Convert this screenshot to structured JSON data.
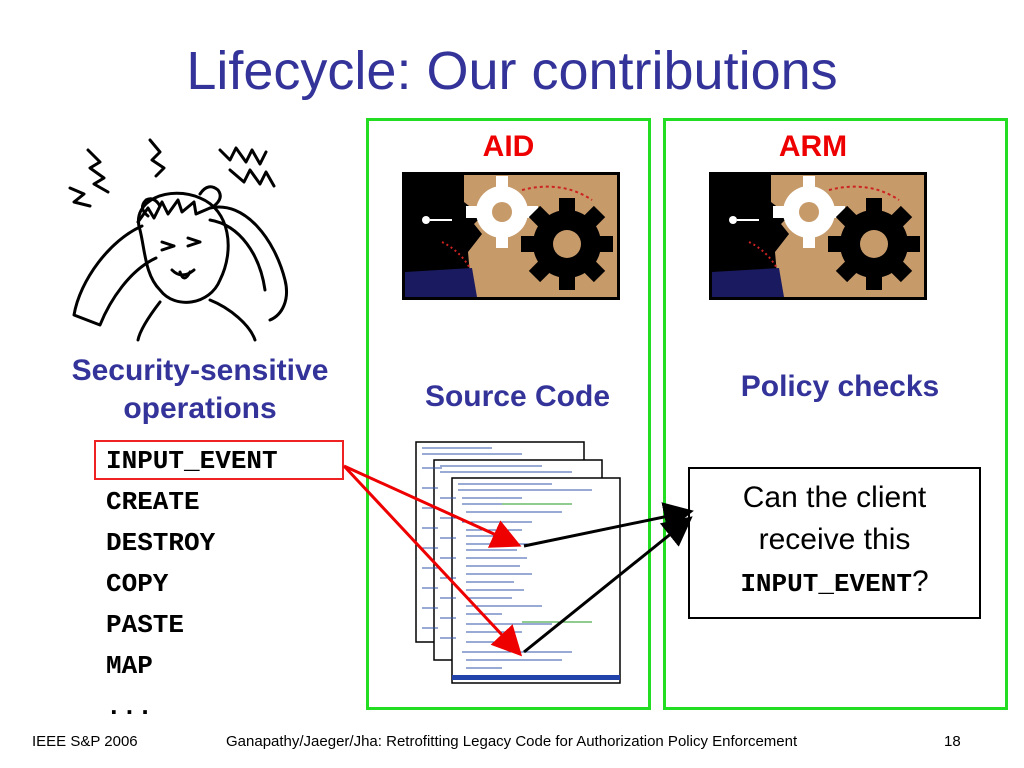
{
  "slide": {
    "title": "Lifecycle: Our contributions",
    "left": {
      "heading_line1": "Security-sensitive",
      "heading_line2": "operations",
      "operations": [
        "INPUT_EVENT",
        "CREATE",
        "DESTROY",
        "COPY",
        "PASTE",
        "MAP",
        "..."
      ],
      "highlighted_operation": "INPUT_EVENT",
      "illustration_icon": "frustrated-man-icon"
    },
    "aid_panel": {
      "label": "AID",
      "caption": "Source Code",
      "image_icon": "man-gears-icon",
      "code_icon": "source-code-pages-icon"
    },
    "arm_panel": {
      "label": "ARM",
      "caption": "Policy checks",
      "image_icon": "man-gears-icon",
      "question_line1": "Can the client",
      "question_line2": "receive this",
      "question_code": "INPUT_EVENT",
      "question_mark": "?"
    }
  },
  "footer": {
    "venue": "IEEE S&P 2006",
    "citation": "Ganapathy/Jaeger/Jha: Retrofitting Legacy Code for Authorization Policy Enforcement",
    "page_number": "18"
  },
  "colors": {
    "title": "#33339a",
    "panel_border": "#22dd22",
    "accent_red": "#ee0000"
  }
}
